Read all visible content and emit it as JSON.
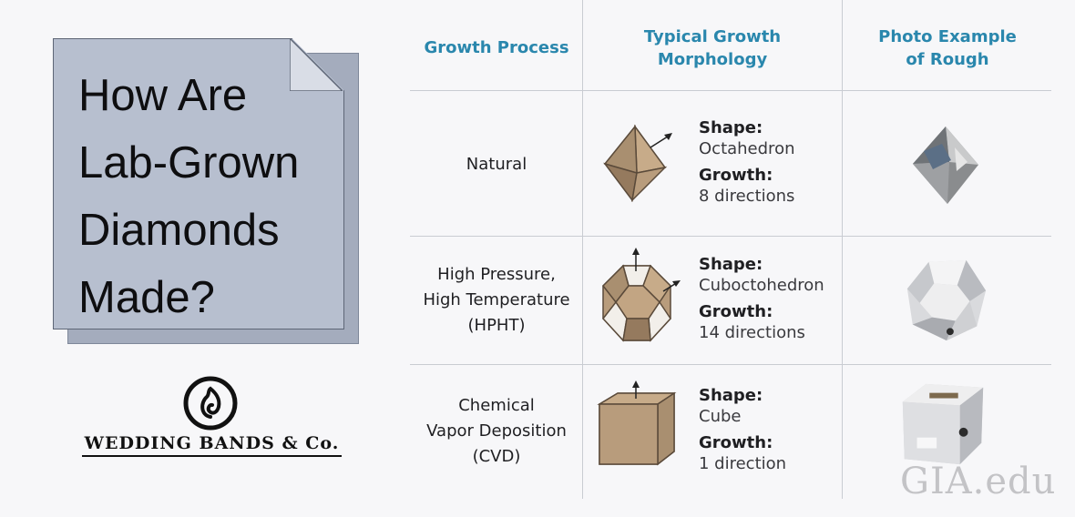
{
  "title_card": {
    "title": "How Are\nLab-Grown\nDiamonds\nMade?"
  },
  "logo": {
    "text": "WEDDING BANDS & Co.",
    "icon": "spiral-ring-logo"
  },
  "table": {
    "headers": [
      "Growth Process",
      "Typical Growth\nMorphology",
      "Photo Example\nof Rough"
    ],
    "shape_label": "Shape:",
    "growth_label": "Growth:",
    "rows": [
      {
        "process": "Natural",
        "shape": "Octahedron",
        "growth": "8 directions",
        "crystal_icon": "octahedron-icon",
        "photo_icon": "natural-rough-diamond-photo"
      },
      {
        "process": "High Pressure,\nHigh Temperature\n(HPHT)",
        "shape": "Cuboctohedron",
        "growth": "14 directions",
        "crystal_icon": "cuboctahedron-icon",
        "photo_icon": "hpht-rough-diamond-photo"
      },
      {
        "process": "Chemical\nVapor Deposition\n(CVD)",
        "shape": "Cube",
        "growth": "1 direction",
        "crystal_icon": "cube-icon",
        "photo_icon": "cvd-rough-diamond-photo"
      }
    ]
  },
  "watermark": "GIA.edu",
  "colors": {
    "header_text": "#2a87ad",
    "note_fill": "#b7bfcf",
    "crystal_tan": "#b89c7c",
    "grid_line": "#c9ccd2"
  }
}
